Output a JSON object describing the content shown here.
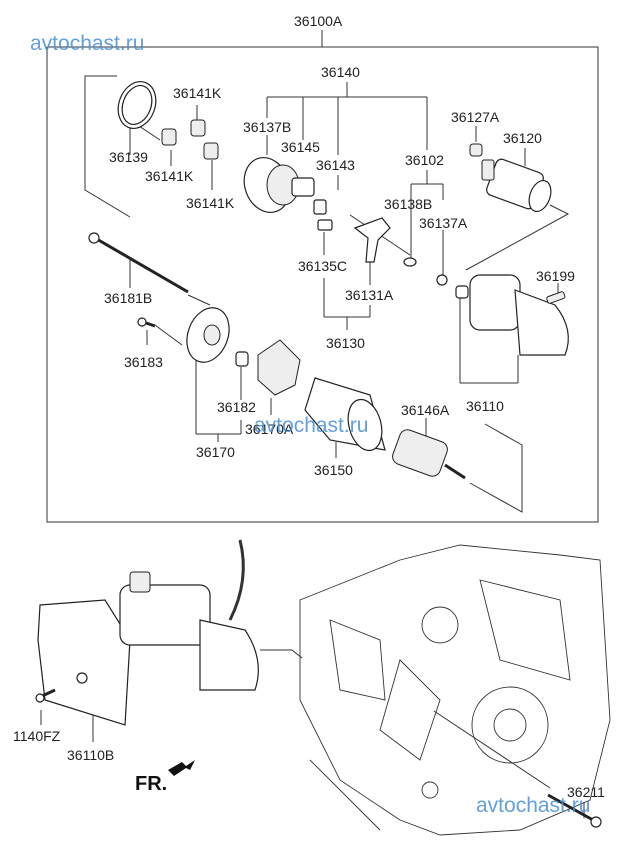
{
  "diagram": {
    "title_ref": "36100A",
    "labels": {
      "l36100A": "36100A",
      "l36140": "36140",
      "l36141K_top": "36141K",
      "l36141K_mid": "36141K",
      "l36141K_bot": "36141K",
      "l36139": "36139",
      "l36137B": "36137B",
      "l36145": "36145",
      "l36143": "36143",
      "l36102": "36102",
      "l36127A": "36127A",
      "l36120": "36120",
      "l36138B": "36138B",
      "l36137A": "36137A",
      "l36135C": "36135C",
      "l36131A": "36131A",
      "l36130": "36130",
      "l36181B": "36181B",
      "l36183": "36183",
      "l36182": "36182",
      "l36170A": "36170A",
      "l36170": "36170",
      "l36150": "36150",
      "l36146A": "36146A",
      "l36110": "36110",
      "l36199": "36199",
      "l1140FZ": "1140FZ",
      "l36110B": "36110B",
      "l36211": "36211"
    },
    "direction_label": "FR.",
    "watermarks": [
      "avtochast.ru",
      "avtochast.ru",
      "avtochast.ru"
    ],
    "watermark_color": "#4a8fd8"
  }
}
